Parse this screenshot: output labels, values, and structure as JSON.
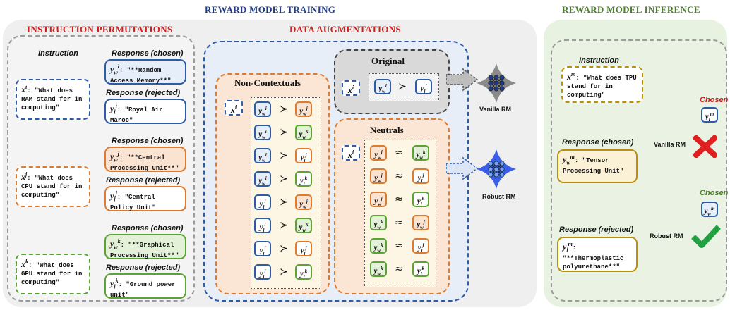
{
  "titles": {
    "training": "REWARD MODEL TRAINING",
    "inference": "REWARD MODEL INFERENCE",
    "permutations": "INSTRUCTION PERMUTATIONS",
    "augmentations": "DATA AUGMENTATIONS"
  },
  "permutations": {
    "instruction_header": "Instruction",
    "chosen_header": "Response (chosen)",
    "rejected_header": "Response (rejected)",
    "groups": [
      {
        "x_label": "x",
        "x_sup": "i",
        "instruction": ": \"What does RAM stand for in computing\"",
        "chosen_label": "y",
        "chosen_sub": "w",
        "chosen_sup": "i",
        "chosen": ": \"**Random Access Memory**\"",
        "rejected_label": "y",
        "rejected_sub": "l",
        "rejected_sup": "i",
        "rejected": ": \"Royal Air Maroc\"",
        "color": "#2c5ba8"
      },
      {
        "x_label": "x",
        "x_sup": "j",
        "instruction": ": \"What does CPU stand for in computing\"",
        "chosen_label": "y",
        "chosen_sub": "w",
        "chosen_sup": "j",
        "chosen": ": \"**Central Processing Unit**\"",
        "rejected_label": "y",
        "rejected_sub": "l",
        "rejected_sup": "j",
        "rejected": ": \"Central Policy Unit\"",
        "color": "#e07a2c"
      },
      {
        "x_label": "x",
        "x_sup": "k",
        "instruction": ": \"What does GPU stand for in computing\"",
        "chosen_label": "y",
        "chosen_sub": "w",
        "chosen_sup": "k",
        "chosen": ": \"**Graphical Processing Unit**\"",
        "rejected_label": "y",
        "rejected_sub": "l",
        "rejected_sup": "k",
        "rejected": ": \"Ground power unit\"",
        "color": "#5aa532"
      }
    ]
  },
  "augmentations": {
    "non_contextuals_title": "Non-Contextuals",
    "original_title": "Original",
    "neutrals_title": "Neutrals",
    "x_non_contextual": "i",
    "x_original": "i",
    "x_neutral": "i",
    "original_pair": [
      {
        "sub": "w",
        "sup": "i",
        "c": "blue"
      },
      ">",
      {
        "sub": "l",
        "sup": "i",
        "c": "blue"
      }
    ],
    "non_contextual_rows": [
      [
        {
          "sub": "w",
          "sup": "i",
          "c": "blue"
        },
        ">",
        {
          "sub": "w",
          "sup": "j",
          "c": "orange"
        }
      ],
      [
        {
          "sub": "w",
          "sup": "i",
          "c": "blue"
        },
        ">",
        {
          "sub": "w",
          "sup": "k",
          "c": "green"
        }
      ],
      [
        {
          "sub": "w",
          "sup": "i",
          "c": "blue"
        },
        ">",
        {
          "sub": "l",
          "sup": "j",
          "c": "orange"
        }
      ],
      [
        {
          "sub": "w",
          "sup": "i",
          "c": "blue"
        },
        ">",
        {
          "sub": "l",
          "sup": "k",
          "c": "green"
        }
      ],
      [
        {
          "sub": "l",
          "sup": "i",
          "c": "blue"
        },
        ">",
        {
          "sub": "w",
          "sup": "j",
          "c": "orange"
        }
      ],
      [
        {
          "sub": "l",
          "sup": "i",
          "c": "blue"
        },
        ">",
        {
          "sub": "w",
          "sup": "k",
          "c": "green"
        }
      ],
      [
        {
          "sub": "l",
          "sup": "i",
          "c": "blue"
        },
        ">",
        {
          "sub": "l",
          "sup": "j",
          "c": "orange"
        }
      ],
      [
        {
          "sub": "l",
          "sup": "i",
          "c": "blue"
        },
        ">",
        {
          "sub": "l",
          "sup": "k",
          "c": "green"
        }
      ]
    ],
    "neutral_rows": [
      [
        {
          "sub": "w",
          "sup": "j",
          "c": "orange"
        },
        "≈",
        {
          "sub": "w",
          "sup": "k",
          "c": "green"
        }
      ],
      [
        {
          "sub": "w",
          "sup": "j",
          "c": "orange"
        },
        "≈",
        {
          "sub": "l",
          "sup": "j",
          "c": "orange"
        }
      ],
      [
        {
          "sub": "w",
          "sup": "j",
          "c": "orange"
        },
        "≈",
        {
          "sub": "l",
          "sup": "k",
          "c": "green"
        }
      ],
      [
        {
          "sub": "w",
          "sup": "k",
          "c": "green"
        },
        "≈",
        {
          "sub": "w",
          "sup": "j",
          "c": "orange"
        }
      ],
      [
        {
          "sub": "w",
          "sup": "k",
          "c": "green"
        },
        "≈",
        {
          "sub": "l",
          "sup": "j",
          "c": "orange"
        }
      ],
      [
        {
          "sub": "w",
          "sup": "k",
          "c": "green"
        },
        "≈",
        {
          "sub": "l",
          "sup": "k",
          "c": "green"
        }
      ]
    ],
    "vanilla_rm": "Vanilla RM",
    "robust_rm": "Robust RM"
  },
  "inference": {
    "instruction_header": "Instruction",
    "x_sup": "m",
    "instruction": ": \"What does TPU stand for in computing\"",
    "chosen_header": "Response (chosen)",
    "chosen_sup": "m",
    "chosen": ": \"Tensor Processing Unit\"",
    "rejected_header": "Response (rejected)",
    "rejected_sup": "m",
    "rejected": ": \"**Thermoplastic polyurethane**\"",
    "vanilla_rm": "Vanilla RM",
    "robust_rm": "Robust RM",
    "vanilla_chosen_label": "Chosen",
    "vanilla_chosen_sub": "l",
    "vanilla_chosen_sup": "m",
    "robust_chosen_label": "Chosen",
    "robust_chosen_sub": "w",
    "robust_chosen_sup": "m",
    "wrong_icon": "cross-icon",
    "right_icon": "check-icon"
  },
  "colors": {
    "blue": "#2c5ba8",
    "orange": "#e07a2c",
    "green": "#5aa532",
    "gold": "#b8900c",
    "navy": "#1f3c88",
    "red": "#d01f1f"
  }
}
